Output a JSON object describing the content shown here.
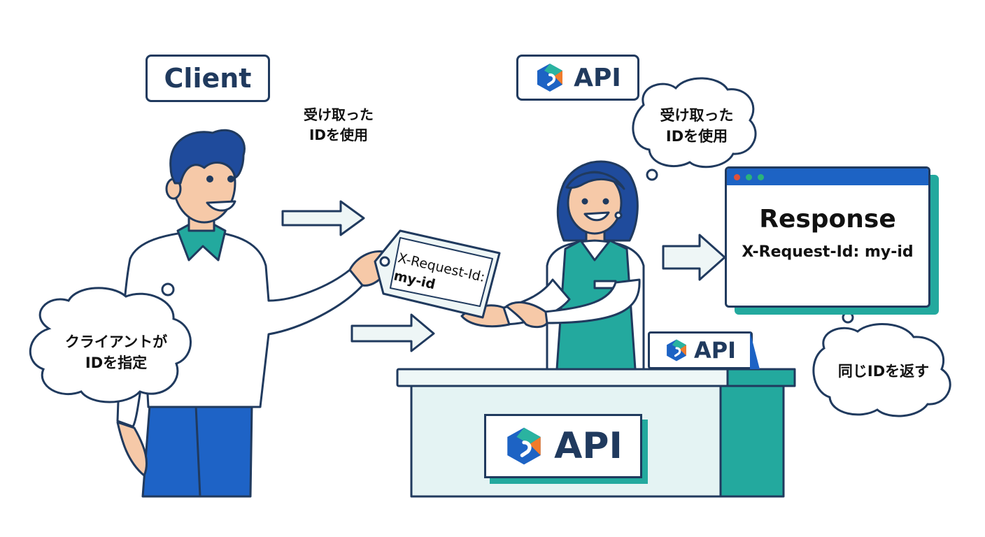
{
  "labels": {
    "client": "Client",
    "api": "API"
  },
  "notes": {
    "top": [
      "受け取った",
      "IDを使用"
    ]
  },
  "bubbles": {
    "client": [
      "クライアントが",
      "IDを指定"
    ],
    "staff": [
      "受け取った",
      "IDを使用"
    ],
    "response": "同じIDを返す"
  },
  "tag": {
    "header": "X-Request-Id:",
    "value": "my-id"
  },
  "response_window": {
    "title": "Response",
    "header": "X-Request-Id: my-id",
    "dots": [
      "#e0513a",
      "#2ab37a",
      "#2ab37a"
    ]
  },
  "colors": {
    "navy": "#203a5e",
    "teal": "#26a69a",
    "blue": "#1d63c4",
    "orange": "#f07b2c",
    "counter": "#e2f2f2"
  },
  "icons": [
    "api-logo-icon",
    "arrow-right-icon",
    "thought-bubble-icon"
  ]
}
